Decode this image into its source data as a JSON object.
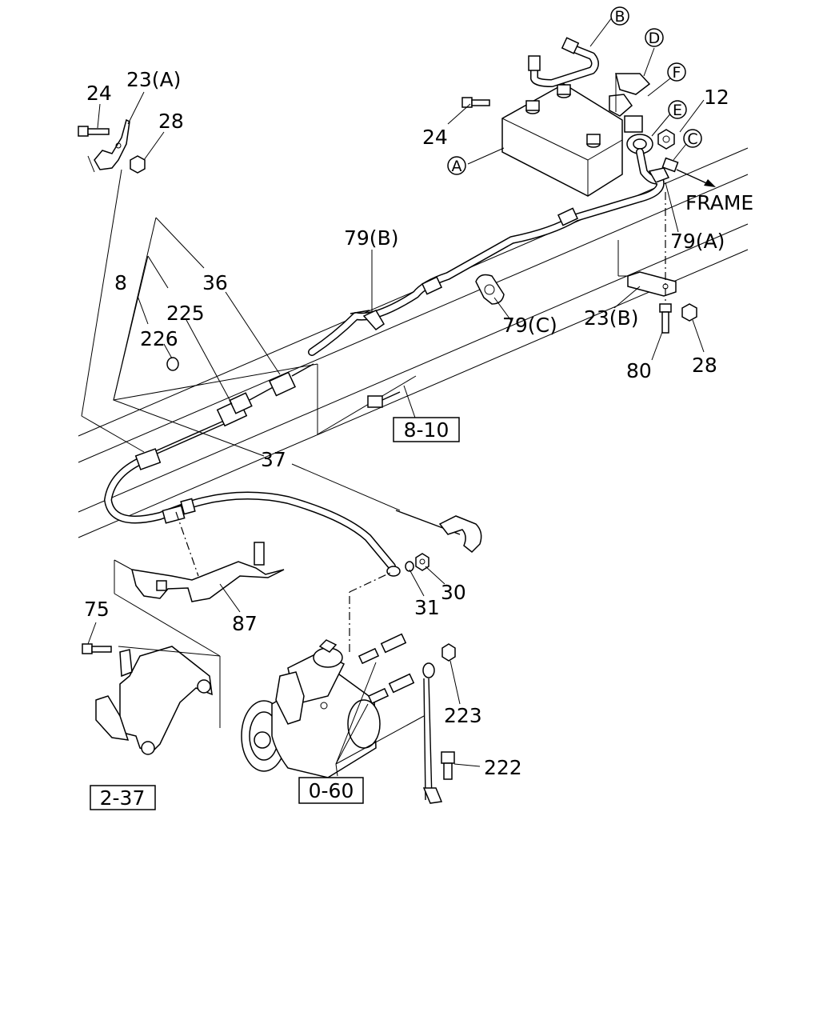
{
  "labels": {
    "l24a": "24",
    "l23a": "23(A)",
    "l28a": "28",
    "l24b": "24",
    "lA": "A",
    "lB": "B",
    "lD": "D",
    "lF": "F",
    "l12": "12",
    "lE": "E",
    "lC": "C",
    "frame": "FRAME",
    "l79a": "79(A)",
    "l79b": "79(B)",
    "l8": "8",
    "l36": "36",
    "l225": "225",
    "l226": "226",
    "l79c": "79(C)",
    "l23b": "23(B)",
    "l80": "80",
    "l28b": "28",
    "l37": "37",
    "l810": "8-10",
    "l31": "31",
    "l30": "30",
    "l87": "87",
    "l75": "75",
    "l223": "223",
    "l222": "222",
    "l060": "0-60",
    "l237": "2-37"
  }
}
